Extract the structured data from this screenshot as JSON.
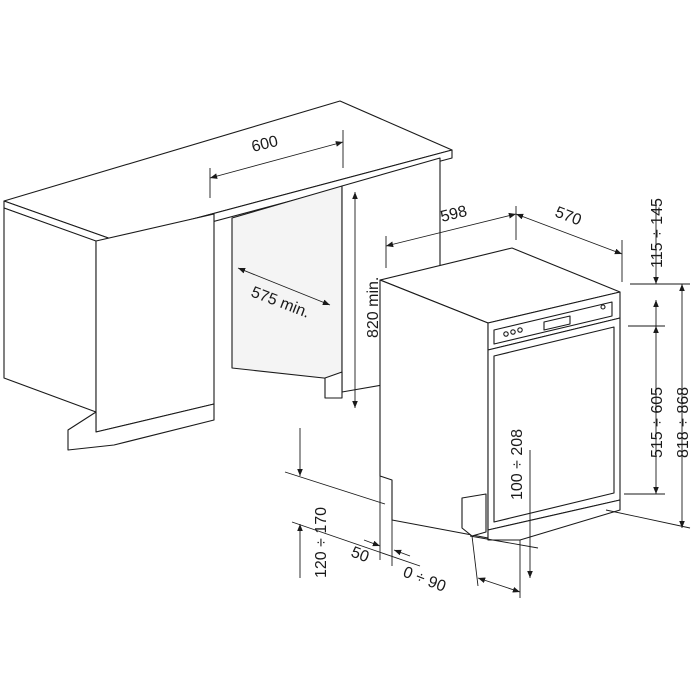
{
  "labels": {
    "counter_width": "600",
    "niche_depth": "575 min.",
    "niche_height": "820 min.",
    "appliance_width": "598",
    "appliance_depth": "570",
    "top_gap": "115 ÷ 145",
    "panel_height": "515 ÷ 605",
    "total_height": "818 ÷ 868",
    "door_offset": "100 ÷ 208",
    "plinth_height": "120 ÷ 170",
    "plinth_setback": "50",
    "plinth_depth_range": "0 ÷ 90"
  },
  "control_panel": {
    "indicator_dots": 3,
    "display": "display-window"
  }
}
